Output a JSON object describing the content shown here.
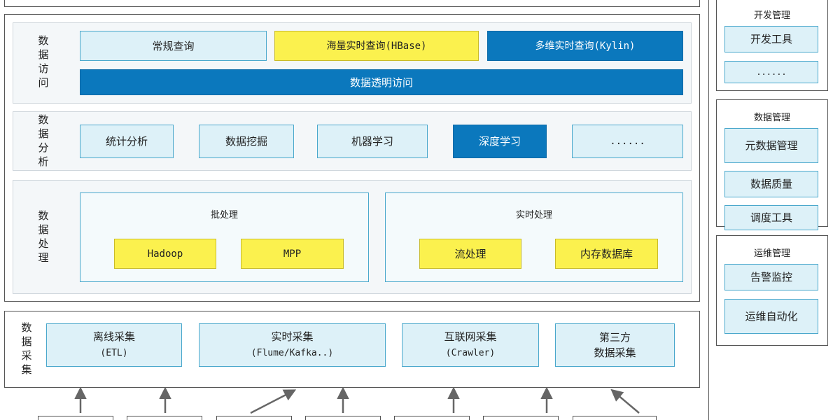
{
  "layers": {
    "access": {
      "label": "数据访问",
      "items": [
        "常规查询",
        "海量实时查询(HBase)",
        "多维实时查询(Kylin)"
      ],
      "transparent": "数据透明访问"
    },
    "analysis": {
      "label": "数据分析",
      "items": [
        "统计分析",
        "数据挖掘",
        "机器学习",
        "深度学习",
        "......"
      ]
    },
    "processing": {
      "label": "数据处理",
      "batch": {
        "title": "批处理",
        "items": [
          "Hadoop",
          "MPP"
        ]
      },
      "realtime": {
        "title": "实时处理",
        "items": [
          "流处理",
          "内存数据库"
        ]
      }
    },
    "collection": {
      "label": "数据采集",
      "items": [
        {
          "name": "离线采集",
          "sub": "(ETL)"
        },
        {
          "name": "实时采集",
          "sub": "(Flume/Kafka..)"
        },
        {
          "name": "互联网采集",
          "sub": "(Crawler)"
        },
        {
          "name": "第三方",
          "sub": "数据采集"
        }
      ]
    }
  },
  "side": {
    "dev": {
      "title": "开发管理",
      "items": [
        "开发工具",
        "......"
      ]
    },
    "data": {
      "title": "数据管理",
      "items": [
        "元数据管理",
        "数据质量",
        "调度工具"
      ]
    },
    "ops": {
      "title": "运维管理",
      "items": [
        "告警监控",
        "运维自动化"
      ]
    }
  },
  "colors": {
    "light": "#ddf1f8",
    "yellow": "#fbf14e",
    "blue": "#0b78bd",
    "border": "#4aa8cc"
  }
}
